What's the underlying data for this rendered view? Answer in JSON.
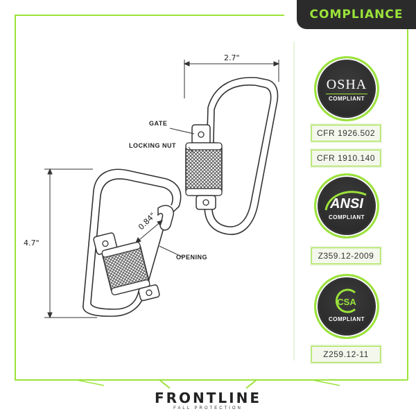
{
  "header": {
    "tab_label": "COMPLIANCE"
  },
  "dimensions": {
    "width": "2.7\"",
    "height": "4.7\"",
    "opening": "0.84\""
  },
  "parts": {
    "gate": "GATE",
    "locking_nut": "LOCKING NUT",
    "opening": "OPENING"
  },
  "badges": [
    {
      "name": "OSHA",
      "subtitle": "COMPLIANT"
    },
    {
      "name": "ANSI",
      "subtitle": "COMPLIANT"
    },
    {
      "name": "CSA",
      "subtitle": "COMPLIANT"
    }
  ],
  "standards": [
    "CFR 1926.502",
    "CFR 1910.140",
    "Z359.12-2009",
    "Z259.12-11"
  ],
  "brand": {
    "name": "FRONTLINE",
    "tagline": "FALL PROTECTION"
  },
  "colors": {
    "accent": "#9be33a",
    "dark": "#2b2b2b"
  }
}
